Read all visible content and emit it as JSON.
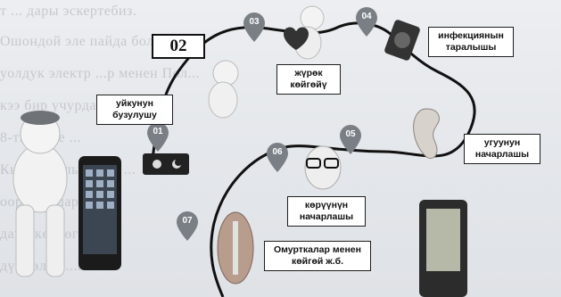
{
  "background_lines": [
    "т                                         ...          дары эскертебиз.",
    "Ошондой эле                                     пайда болгон",
    "уолдук электр                          ...р менен Пол...",
    "кээ бир учурда                              ...",
    "8-тиркеме                                     ...",
    "Кыйынчылыктары                                 ...",
    "оор учурлары                                    ...",
    "дагы көптөгөн                                  ...",
    "дүйнөлүк                                        ...ылык"
  ],
  "figure_number": "02",
  "steps": [
    {
      "num": "01",
      "label": "уйкунун\nбузулушу"
    },
    {
      "num": "03",
      "label": "жүрөк\nкөйгөйү"
    },
    {
      "num": "04",
      "label": "инфекциянын\nтаралышы"
    },
    {
      "num": "05",
      "label": "угуунун\nначарлашы"
    },
    {
      "num": "06",
      "label": "көрүүнүн\nначарлашы"
    },
    {
      "num": "07",
      "label": "Омурткалар менен\nкөйгөй ж.б."
    }
  ],
  "colors": {
    "pin": "#7a7f86",
    "path": "#111111"
  }
}
